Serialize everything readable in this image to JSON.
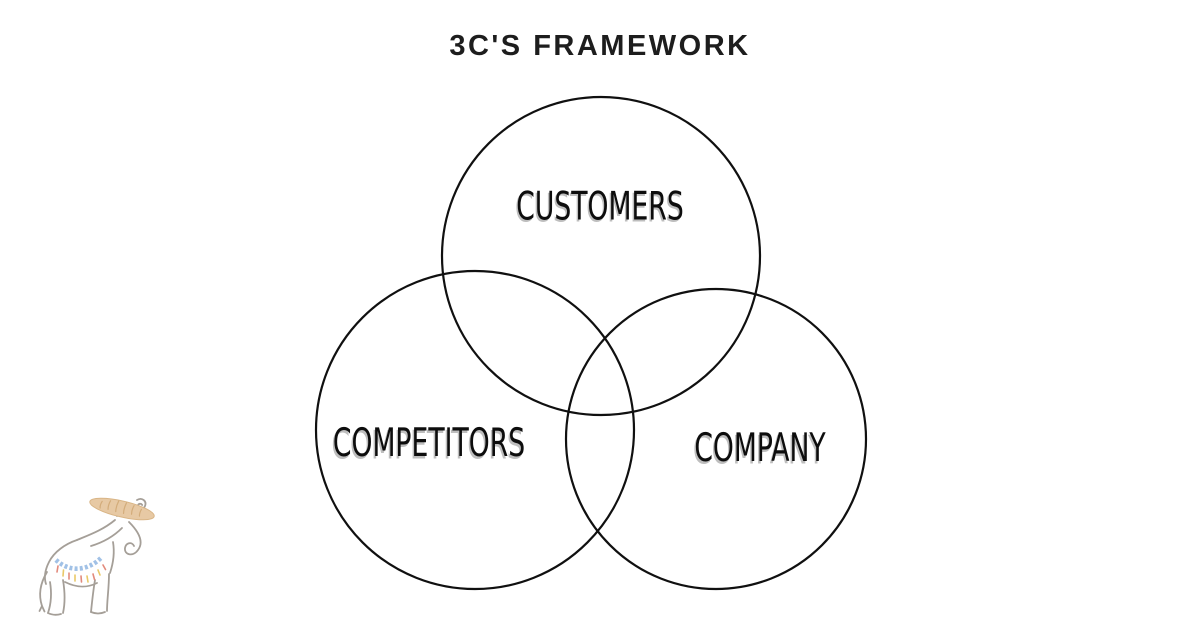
{
  "title": {
    "text": "3C'S FRAMEWORK",
    "color": "#1d1d1d"
  },
  "diagram": {
    "type": "venn-3-circle",
    "stroke_color": "#101010",
    "label_color": "#0d0d0d",
    "circles": [
      {
        "id": "customers",
        "label": "CUSTOMERS"
      },
      {
        "id": "competitors",
        "label": "COMPETITORS"
      },
      {
        "id": "company",
        "label": "COMPANY"
      }
    ]
  },
  "logo": {
    "icon": "elephant-wearing-hat-sketch",
    "colors": {
      "line": "#a59f98",
      "hat": "#e7c9a4",
      "hat_ridge": "#d3ac7a",
      "blanket_blue": "#8ab1e0",
      "tassel_yellow": "#e9c968",
      "tassel_red": "#e28a7c"
    }
  }
}
